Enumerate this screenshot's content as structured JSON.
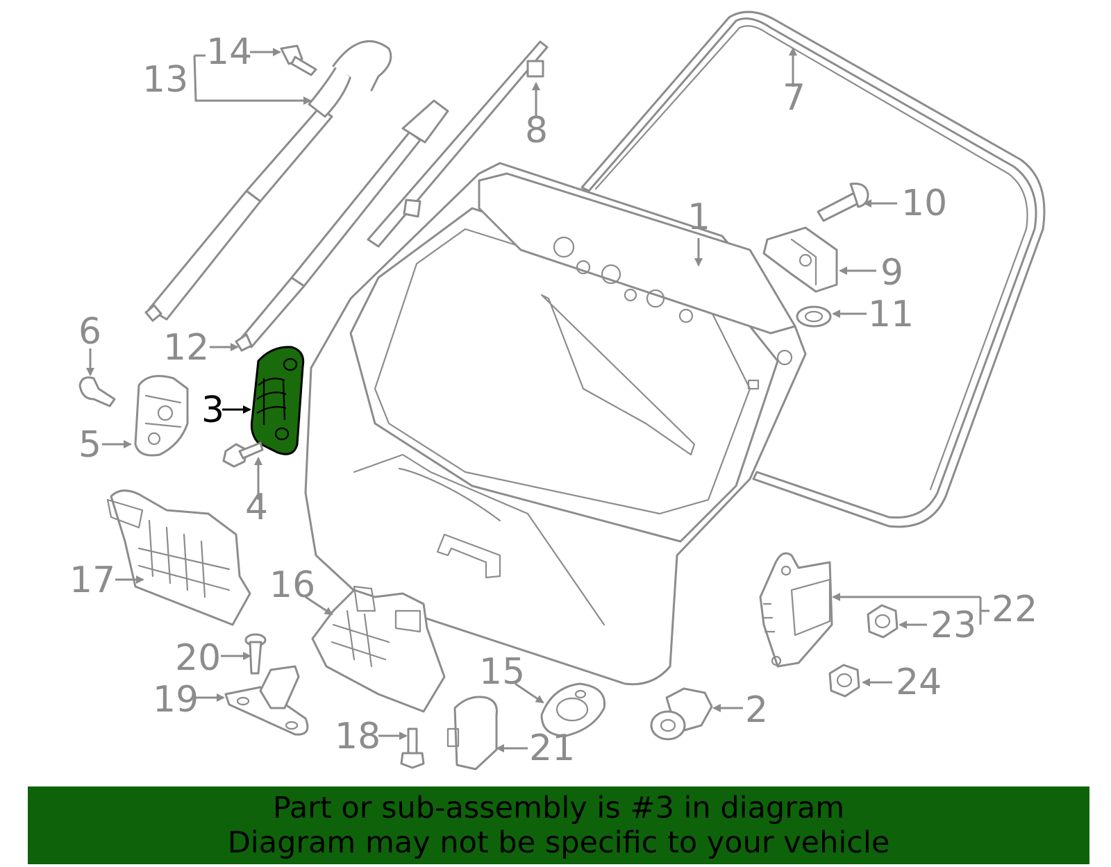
{
  "highlight_color": "#1a6b0c",
  "banner_color": "#0e630a",
  "callouts": {
    "c1": "1",
    "c2": "2",
    "c3": "3",
    "c4": "4",
    "c5": "5",
    "c6": "6",
    "c7": "7",
    "c8": "8",
    "c9": "9",
    "c10": "10",
    "c11": "11",
    "c12": "12",
    "c13": "13",
    "c14": "14",
    "c15": "15",
    "c16": "16",
    "c17": "17",
    "c18": "18",
    "c19": "19",
    "c20": "20",
    "c21": "21",
    "c22": "22",
    "c23": "23",
    "c24": "24"
  },
  "banner": {
    "line1": "Part or sub-assembly is #3 in diagram",
    "line2": "Diagram may not be specific to your vehicle"
  }
}
